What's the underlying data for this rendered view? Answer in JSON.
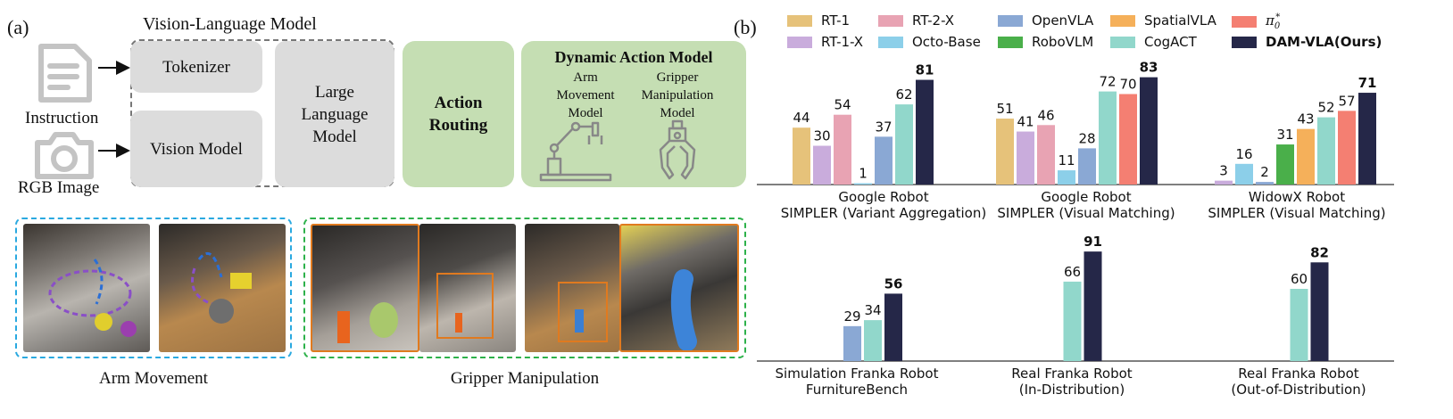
{
  "panel_a": {
    "label": "(a)",
    "vlm_title": "Vision-Language Model",
    "tokenizer": "Tokenizer",
    "vision_model": "Vision Model",
    "llm": [
      "Large",
      "Language",
      "Model"
    ],
    "instruction": "Instruction",
    "rgb_image": "RGB Image",
    "action_routing": [
      "Action",
      "Routing"
    ],
    "dam_title": "Dynamic Action Model",
    "arm_model": [
      "Arm",
      "Movement",
      "Model"
    ],
    "gripper_model": [
      "Gripper",
      "Manipulation",
      "Model"
    ],
    "arm_movement": "Arm Movement",
    "gripper_manipulation": "Gripper Manipulation",
    "colors": {
      "gray": "#dcdcdc",
      "green": "#c5deb3",
      "blue_dash": "#2aa9e0",
      "green_dash": "#2db14a",
      "orange_box": "#e07a1f"
    }
  },
  "panel_b": {
    "label": "(b)",
    "legend": [
      {
        "name": "RT-1",
        "color": "#e6c27a"
      },
      {
        "name": "RT-2-X",
        "color": "#e8a3b3"
      },
      {
        "name": "OpenVLA",
        "color": "#8aa8d4"
      },
      {
        "name": "SpatialVLA",
        "color": "#f5b05a"
      },
      {
        "name": "π",
        "sup": "*",
        "sub": "0",
        "color": "#f47f72"
      },
      {
        "name": "RT-1-X",
        "color": "#c9acdc"
      },
      {
        "name": "Octo-Base",
        "color": "#8ccfe9"
      },
      {
        "name": "RoboVLM",
        "color": "#4aaf4a"
      },
      {
        "name": "CogACT",
        "color": "#91d7cb"
      },
      {
        "name": "DAM-VLA(Ours)",
        "color": "#252748"
      }
    ]
  },
  "chart_data": [
    {
      "type": "bar",
      "categories": [
        "Google Robot",
        "SIMPLER (Variant Aggregation)"
      ],
      "series": [
        {
          "name": "RT-1",
          "value": 44
        },
        {
          "name": "RT-1-X",
          "value": 30
        },
        {
          "name": "RT-2-X",
          "value": 54
        },
        {
          "name": "Octo-Base",
          "value": 1
        },
        {
          "name": "OpenVLA",
          "value": 37
        },
        {
          "name": "CogACT",
          "value": 62
        },
        {
          "name": "DAM-VLA(Ours)",
          "value": 81
        }
      ]
    },
    {
      "type": "bar",
      "categories": [
        "Google Robot",
        "SIMPLER (Visual Matching)"
      ],
      "series": [
        {
          "name": "RT-1",
          "value": 51
        },
        {
          "name": "RT-1-X",
          "value": 41
        },
        {
          "name": "RT-2-X",
          "value": 46
        },
        {
          "name": "Octo-Base",
          "value": 11
        },
        {
          "name": "OpenVLA",
          "value": 28
        },
        {
          "name": "CogACT",
          "value": 72
        },
        {
          "name": "π0*",
          "value": 70
        },
        {
          "name": "DAM-VLA(Ours)",
          "value": 83
        }
      ]
    },
    {
      "type": "bar",
      "categories": [
        "WidowX Robot",
        "SIMPLER (Visual Matching)"
      ],
      "series": [
        {
          "name": "RT-1-X",
          "value": 3
        },
        {
          "name": "Octo-Base",
          "value": 16
        },
        {
          "name": "OpenVLA",
          "value": 2
        },
        {
          "name": "RoboVLM",
          "value": 31
        },
        {
          "name": "SpatialVLA",
          "value": 43
        },
        {
          "name": "CogACT",
          "value": 52
        },
        {
          "name": "π0*",
          "value": 57
        },
        {
          "name": "DAM-VLA(Ours)",
          "value": 71
        }
      ]
    },
    {
      "type": "bar",
      "categories": [
        "Simulation Franka Robot",
        "FurnitureBench"
      ],
      "series": [
        {
          "name": "OpenVLA",
          "value": 29
        },
        {
          "name": "CogACT",
          "value": 34
        },
        {
          "name": "DAM-VLA(Ours)",
          "value": 56
        }
      ]
    },
    {
      "type": "bar",
      "categories": [
        "Real Franka Robot",
        "(In-Distribution)"
      ],
      "series": [
        {
          "name": "CogACT",
          "value": 66
        },
        {
          "name": "DAM-VLA(Ours)",
          "value": 91
        }
      ]
    },
    {
      "type": "bar",
      "categories": [
        "Real Franka Robot",
        "(Out-of-Distribution)"
      ],
      "series": [
        {
          "name": "CogACT",
          "value": 60
        },
        {
          "name": "DAM-VLA(Ours)",
          "value": 82
        }
      ]
    }
  ]
}
